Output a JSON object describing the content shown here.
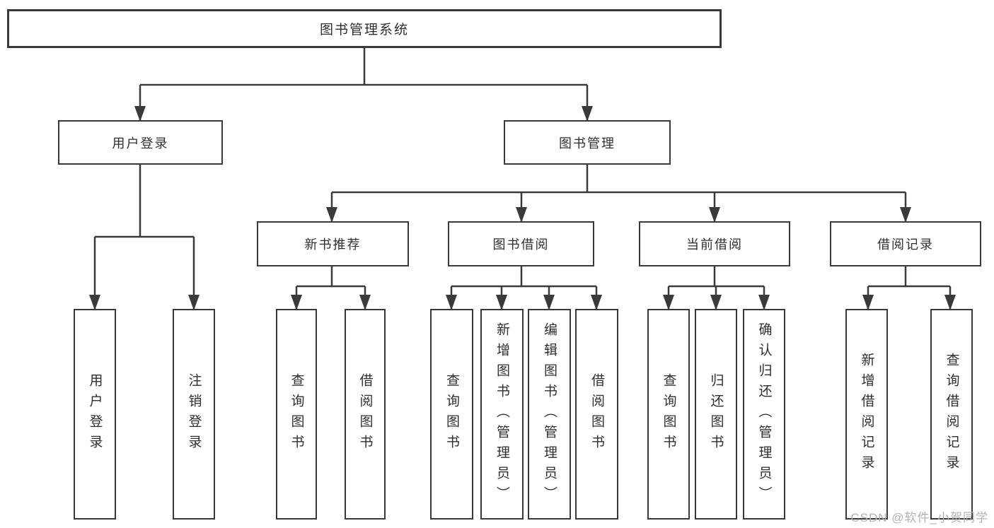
{
  "title": "图书管理系统",
  "watermark": "CSDN @软件_小贺同学",
  "colors": {
    "line": "#3a3a3a",
    "box_border": "#3a3a3a",
    "box_background": "#ffffff",
    "text": "#2f2f2f",
    "watermark_text": "#b3b3b3"
  },
  "tree": {
    "label": "图书管理系统",
    "children": [
      {
        "label": "用户登录",
        "children": [
          {
            "label": "用户登录"
          },
          {
            "label": "注销登录"
          }
        ]
      },
      {
        "label": "图书管理",
        "children": [
          {
            "label": "新书推荐",
            "children": [
              {
                "label": "查询图书"
              },
              {
                "label": "借阅图书"
              }
            ]
          },
          {
            "label": "图书借阅",
            "children": [
              {
                "label": "查询图书"
              },
              {
                "label": "新增图书（管理员）"
              },
              {
                "label": "编辑图书（管理员）"
              },
              {
                "label": "借阅图书"
              }
            ]
          },
          {
            "label": "当前借阅",
            "children": [
              {
                "label": "查询图书"
              },
              {
                "label": "归还图书"
              },
              {
                "label": "确认归还（管理员）"
              }
            ]
          },
          {
            "label": "借阅记录",
            "children": [
              {
                "label": "新增借阅记录"
              },
              {
                "label": "查询借阅记录"
              }
            ]
          }
        ]
      }
    ]
  }
}
